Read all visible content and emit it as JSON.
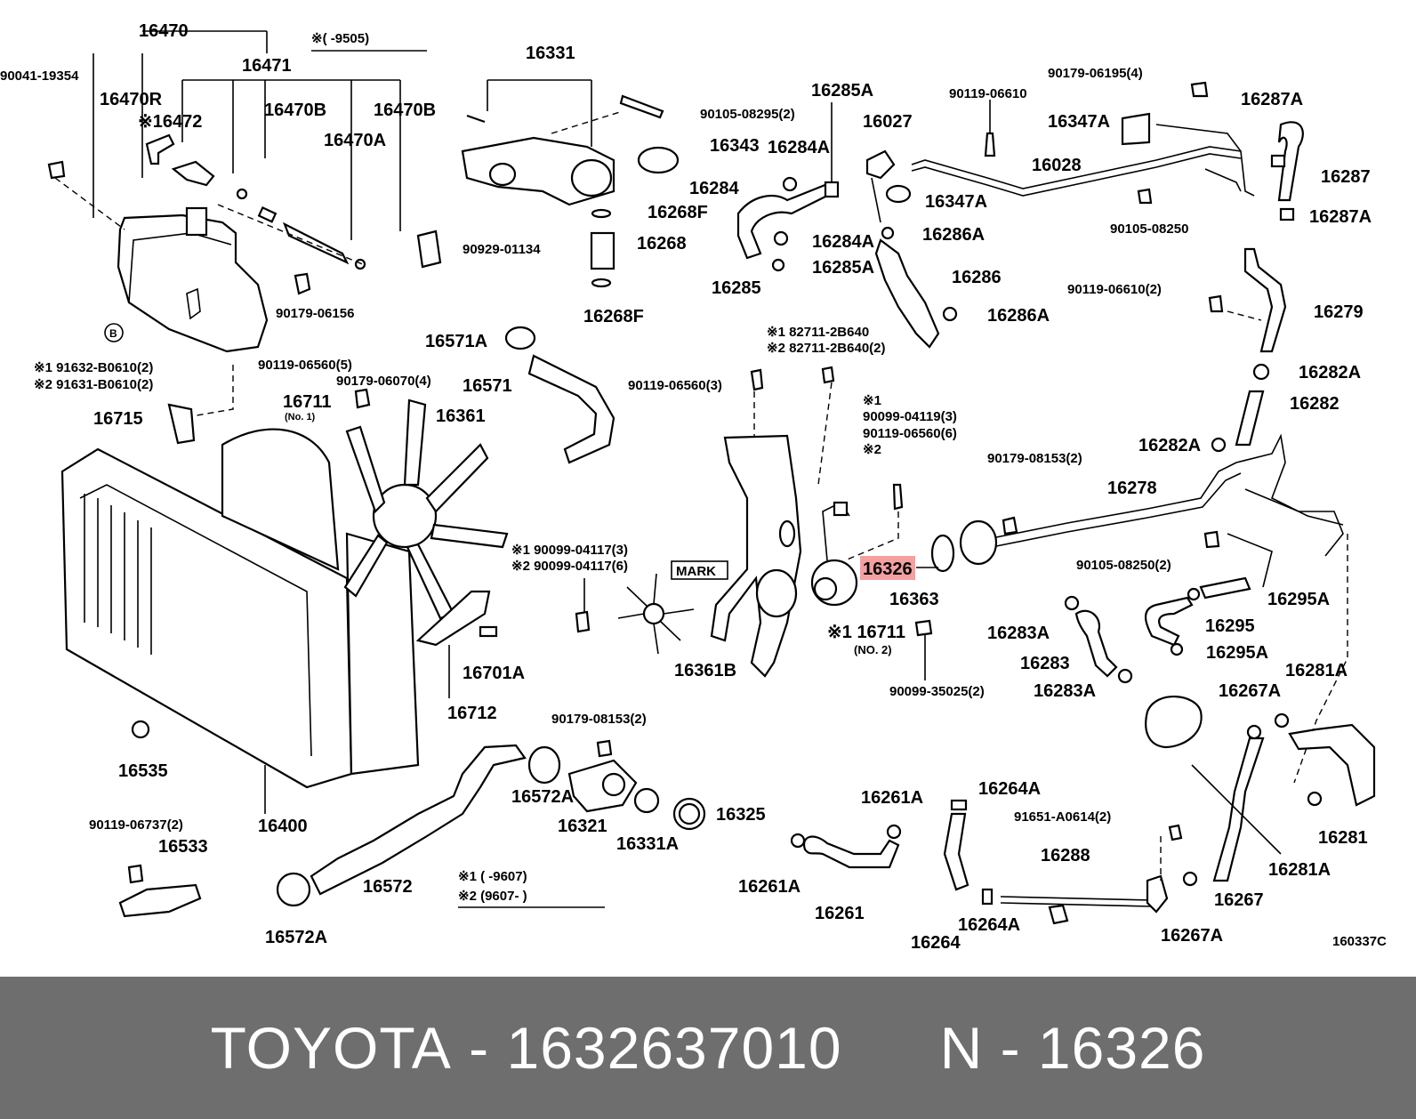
{
  "footer": {
    "brand": "TOYOTA",
    "part_number": "1632637010",
    "ref_prefix": "N",
    "ref_code": "16326",
    "dash": "-"
  },
  "diagram": {
    "highlight_color": "#f4a0a0",
    "figure_id": "160337C",
    "notes": {
      "top_note": "※(      -9505)",
      "bottom_note_1": "※1 (      -9607)",
      "bottom_note_2": "※2 (9607-      )",
      "mark_label": "MARK",
      "b_badge": "B"
    },
    "labels": [
      {
        "id": "l16470",
        "text": "16470"
      },
      {
        "id": "l90041",
        "text": "90041-19354"
      },
      {
        "id": "l16471",
        "text": "16471"
      },
      {
        "id": "l16470R",
        "text": "16470R"
      },
      {
        "id": "l16472",
        "text": "※16472"
      },
      {
        "id": "l16470B1",
        "text": "16470B"
      },
      {
        "id": "l16470B2",
        "text": "16470B"
      },
      {
        "id": "l16470A",
        "text": "16470A"
      },
      {
        "id": "l90179_06156",
        "text": "90179-06156"
      },
      {
        "id": "l91632",
        "text": "※1 91632-B0610(2)"
      },
      {
        "id": "l91631",
        "text": "※2 91631-B0610(2)"
      },
      {
        "id": "l90119_06560_5",
        "text": "90119-06560(5)"
      },
      {
        "id": "l90179_06070",
        "text": "90179-06070(4)"
      },
      {
        "id": "l16711",
        "text": "16711"
      },
      {
        "id": "l16711no1",
        "text": "(No. 1)"
      },
      {
        "id": "l16715",
        "text": "16715"
      },
      {
        "id": "l16361",
        "text": "16361"
      },
      {
        "id": "l16331",
        "text": "16331"
      },
      {
        "id": "l90105_08295",
        "text": "90105-08295(2)"
      },
      {
        "id": "l16343",
        "text": "16343"
      },
      {
        "id": "l16268F1",
        "text": "16268F"
      },
      {
        "id": "l16268",
        "text": "16268"
      },
      {
        "id": "l16268F2",
        "text": "16268F"
      },
      {
        "id": "l90929",
        "text": "90929-01134"
      },
      {
        "id": "l16571A",
        "text": "16571A"
      },
      {
        "id": "l16571",
        "text": "16571"
      },
      {
        "id": "l90119_06560_3",
        "text": "90119-06560(3)"
      },
      {
        "id": "l16285A1",
        "text": "16285A"
      },
      {
        "id": "l16027",
        "text": "16027"
      },
      {
        "id": "l16284A1",
        "text": "16284A"
      },
      {
        "id": "l16284",
        "text": "16284"
      },
      {
        "id": "l16284A2",
        "text": "16284A"
      },
      {
        "id": "l16285",
        "text": "16285"
      },
      {
        "id": "l16285A2",
        "text": "16285A"
      },
      {
        "id": "l16347A1",
        "text": "16347A"
      },
      {
        "id": "l16286A1",
        "text": "16286A"
      },
      {
        "id": "l16286",
        "text": "16286"
      },
      {
        "id": "l16286A2",
        "text": "16286A"
      },
      {
        "id": "l90119_06610",
        "text": "90119-06610"
      },
      {
        "id": "l90179_06195",
        "text": "90179-06195(4)"
      },
      {
        "id": "l16347A2",
        "text": "16347A"
      },
      {
        "id": "l16028",
        "text": "16028"
      },
      {
        "id": "l16287A1",
        "text": "16287A"
      },
      {
        "id": "l16287",
        "text": "16287"
      },
      {
        "id": "l90105_08250a",
        "text": "90105-08250"
      },
      {
        "id": "l16287A2",
        "text": "16287A"
      },
      {
        "id": "l90119_06610_2",
        "text": "90119-06610(2)"
      },
      {
        "id": "l16279",
        "text": "16279"
      },
      {
        "id": "l16282A1",
        "text": "16282A"
      },
      {
        "id": "l16282",
        "text": "16282"
      },
      {
        "id": "l16282A2",
        "text": "16282A"
      },
      {
        "id": "l82711a",
        "text": "※1 82711-2B640"
      },
      {
        "id": "l82711b",
        "text": "※2 82711-2B640(2)"
      },
      {
        "id": "lnote1",
        "text": "※1"
      },
      {
        "id": "l90099_04119",
        "text": "90099-04119(3)"
      },
      {
        "id": "l90119_06560_6",
        "text": "90119-06560(6)"
      },
      {
        "id": "lnote2",
        "text": "※2"
      },
      {
        "id": "l90179_08153a",
        "text": "90179-08153(2)"
      },
      {
        "id": "l16278",
        "text": "16278"
      },
      {
        "id": "l16326",
        "text": "16326"
      },
      {
        "id": "l16363",
        "text": "16363"
      },
      {
        "id": "l90105_08250b",
        "text": "90105-08250(2)"
      },
      {
        "id": "l16295A1",
        "text": "16295A"
      },
      {
        "id": "l16295",
        "text": "16295"
      },
      {
        "id": "l16295A2",
        "text": "16295A"
      },
      {
        "id": "l90099_04117a",
        "text": "※1 90099-04117(3)"
      },
      {
        "id": "l90099_04117b",
        "text": "※2 90099-04117(6)"
      },
      {
        "id": "l16361B",
        "text": "16361B"
      },
      {
        "id": "l16711no2",
        "text": "※1 16711"
      },
      {
        "id": "l16711no2b",
        "text": "(NO. 2)"
      },
      {
        "id": "l16283A1",
        "text": "16283A"
      },
      {
        "id": "l16283",
        "text": "16283"
      },
      {
        "id": "l16283A2",
        "text": "16283A"
      },
      {
        "id": "l90099_35025",
        "text": "90099-35025(2)"
      },
      {
        "id": "l16281A1",
        "text": "16281A"
      },
      {
        "id": "l16267A1",
        "text": "16267A"
      },
      {
        "id": "l16701A",
        "text": "16701A"
      },
      {
        "id": "l16712",
        "text": "16712"
      },
      {
        "id": "l90179_08153b",
        "text": "90179-08153(2)"
      },
      {
        "id": "l16535",
        "text": "16535"
      },
      {
        "id": "l16400",
        "text": "16400"
      },
      {
        "id": "l16572A1",
        "text": "16572A"
      },
      {
        "id": "l16321",
        "text": "16321"
      },
      {
        "id": "l16331A",
        "text": "16331A"
      },
      {
        "id": "l16325",
        "text": "16325"
      },
      {
        "id": "l90119_06737",
        "text": "90119-06737(2)"
      },
      {
        "id": "l16533",
        "text": "16533"
      },
      {
        "id": "l16572",
        "text": "16572"
      },
      {
        "id": "l16572A2",
        "text": "16572A"
      },
      {
        "id": "l16261A1",
        "text": "16261A"
      },
      {
        "id": "l16261A2",
        "text": "16261A"
      },
      {
        "id": "l16261",
        "text": "16261"
      },
      {
        "id": "l16264A1",
        "text": "16264A"
      },
      {
        "id": "l91651",
        "text": "91651-A0614(2)"
      },
      {
        "id": "l16288",
        "text": "16288"
      },
      {
        "id": "l16264",
        "text": "16264"
      },
      {
        "id": "l16264A2",
        "text": "16264A"
      },
      {
        "id": "l16267A2",
        "text": "16267A"
      },
      {
        "id": "l16267",
        "text": "16267"
      },
      {
        "id": "l16281",
        "text": "16281"
      },
      {
        "id": "l16281A2",
        "text": "16281A"
      }
    ]
  }
}
